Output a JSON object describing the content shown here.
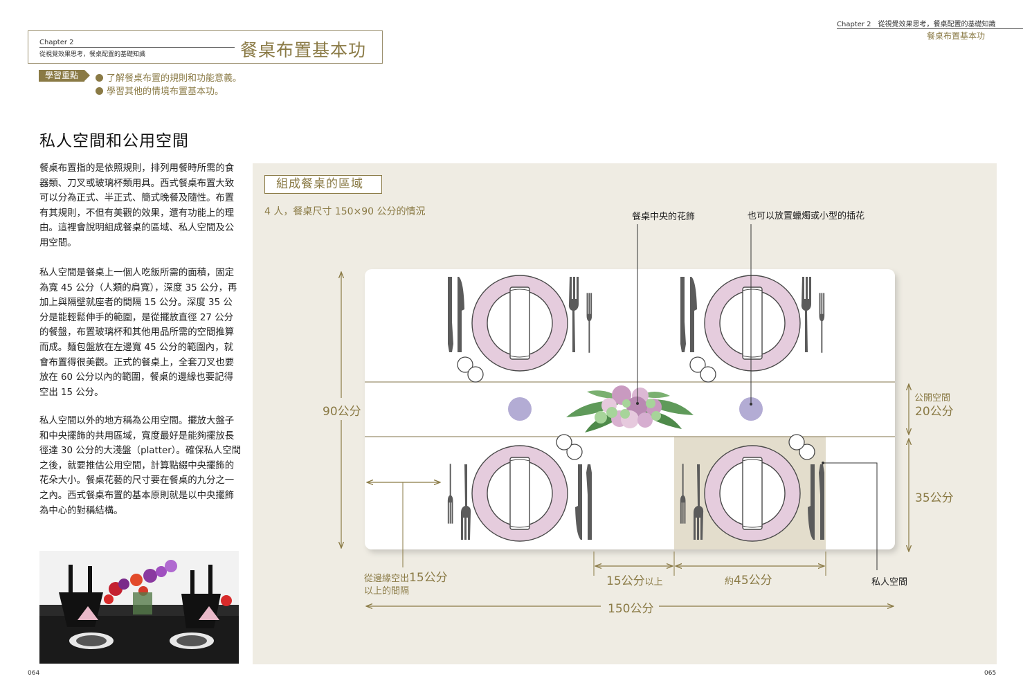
{
  "header": {
    "chapter": "Chapter 2",
    "subtitle": "從視覺效果思考，餐桌配置的基礎知識",
    "title": "餐桌布置基本功"
  },
  "running_header": {
    "chapter": "Chapter 2　從視覺效果思考，餐桌配置的基礎知識",
    "title": "餐桌布置基本功"
  },
  "key_points": {
    "tag": "學習重點",
    "items": [
      "了解餐桌布置的規則和功能意義。",
      "學習其他的情境布置基本功。"
    ]
  },
  "section": {
    "title": "私人空間和公用空間",
    "paragraphs": [
      "餐桌布置指的是依照規則，排列用餐時所需的食器類、刀叉或玻璃杯類用具。西式餐桌布置大致可以分為正式、半正式、簡式晚餐及隨性。布置有其規則，不但有美觀的效果，還有功能上的理由。這裡會說明組成餐桌的區域、私人空間及公用空間。",
      "私人空間是餐桌上一個人吃飯所需的面積，固定為寬 45 公分（人類的肩寬），深度 35 公分，再加上與隔壁就座者的間隔 15 公分。深度 35 公分是能輕鬆伸手的範圍，是從擺放直徑 27 公分的餐盤，布置玻璃杯和其他用品所需的空間推算而成。麵包盤放在左邊寬 45 公分的範圍內，就會布置得很美觀。正式的餐桌上，全套刀叉也要放在 60 公分以內的範圍，餐桌的邊緣也要記得空出 15 公分。",
      "私人空間以外的地方稱為公用空間。擺放大盤子和中央擺飾的共用區域，寬度最好是能夠擺放長徑達 30 公分的大淺盤（platter）。確保私人空間之後，就要推估公用空間，計算點綴中央擺飾的花朵大小。餐桌花藝的尺寸要在餐桌的九分之一之內。西式餐桌布置的基本原則就是以中央擺飾為中心的對稱結構。"
    ]
  },
  "pages": {
    "left": "064",
    "right": "065"
  },
  "diagram": {
    "title": "組成餐桌的區域",
    "subtitle": "4 人，餐桌尺寸 150×90 公分的情況",
    "labels": {
      "centerpiece": "餐桌中央的花飾",
      "candles": "也可以放置蠟燭或小型的插花",
      "height": "90公分",
      "public_space": "公開空間",
      "public_depth": "20公分",
      "private_depth": "35公分",
      "edge_note_1": "從邊緣空出",
      "edge_note_num": "15公分",
      "edge_note_2": "以上的間隔",
      "gap_num": "15公分",
      "gap_suffix": "以上",
      "width_prefix": "約",
      "width_num": "45公分",
      "private_space": "私人空間",
      "total_width": "150公分"
    }
  },
  "colors": {
    "accent": "#8a7a45",
    "panel_bg": "#efece3",
    "plate": "#e5ccdd",
    "plate_edge": "#4a4a4a",
    "candle": "#b3acd4",
    "cutlery": "#5b5b5b",
    "private_zone": "#e3ddcc"
  }
}
